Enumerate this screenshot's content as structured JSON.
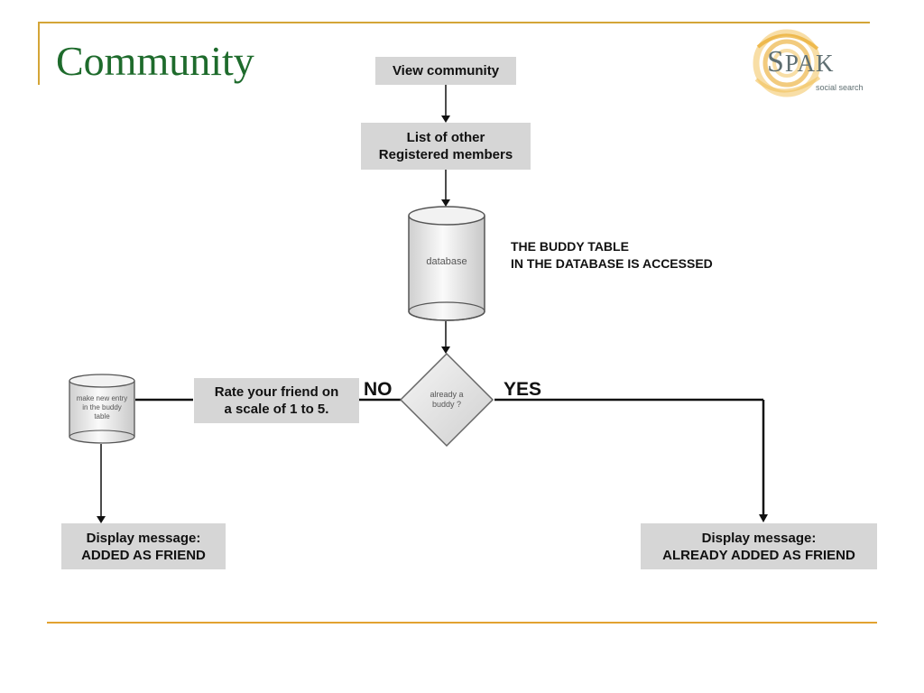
{
  "slide": {
    "title": "Community",
    "logo": {
      "first": "S",
      "rest": "PAK",
      "tagline": "social search",
      "colors": {
        "swirl": "#e9a928",
        "text": "#5f6f72"
      }
    },
    "colors": {
      "title": "#1e6b2c",
      "rule": "#d4a537",
      "box": "#d6d6d6"
    }
  },
  "flow": {
    "view_community": "View community",
    "list_members": "List of other\nRegistered members",
    "database_label": "database",
    "database_note": "THE BUDDY TABLE\nIN THE DATABASE IS ACCESSED",
    "decision": [
      "already a",
      "buddy ?"
    ],
    "no_label": "NO",
    "yes_label": "YES",
    "rate_friend": "Rate your friend on\na scale of 1 to 5.",
    "new_entry": [
      "make new entry",
      "in the buddy",
      "table"
    ],
    "added_msg": "Display message:\nADDED AS FRIEND",
    "already_msg": "Display message:\nALREADY ADDED AS FRIEND"
  }
}
